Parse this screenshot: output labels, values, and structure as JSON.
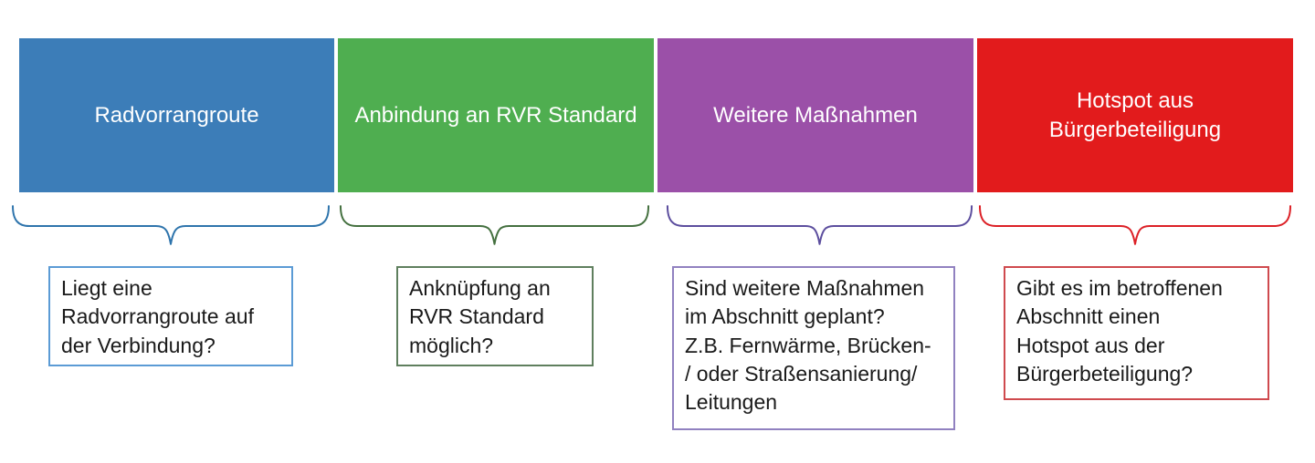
{
  "diagram": {
    "title_hint": "Criteria flow diagram (cycling route planning)",
    "columns": [
      {
        "id": "radvorrangroute",
        "header": "Radvorrangroute",
        "question": "Liegt eine\nRadvorrangroute auf\nder Verbindung?",
        "header_bg": "#3c7db8",
        "brace_color": "#2e74ac",
        "box_border": "#5b9bd5"
      },
      {
        "id": "anbindung-rvr-standard",
        "header": "Anbindung an RVR Standard",
        "question": "Anknüpfung an\nRVR Standard\nmöglich?",
        "header_bg": "#4fae50",
        "brace_color": "#44703f",
        "box_border": "#5f7f5e"
      },
      {
        "id": "weitere-massnahmen",
        "header": "Weitere Maßnahmen",
        "question": "Sind weitere Maßnahmen\nim Abschnitt geplant?\nZ.B. Fernwärme, Brücken-\n/ oder Straßensanierung/\nLeitungen",
        "header_bg": "#9b50a8",
        "brace_color": "#5c4e9e",
        "box_border": "#9181c0"
      },
      {
        "id": "hotspot-buergerbeteiligung",
        "header": "Hotspot aus\nBürgerbeteiligung",
        "question": "Gibt es im betroffenen\nAbschnitt einen\nHotspot aus der\nBürgerbeteiligung?",
        "header_bg": "#e21b1c",
        "brace_color": "#dc2026",
        "box_border": "#cf4a4e"
      }
    ],
    "header_text_color": "#ffffff",
    "body_text_color": "#1a1a1a",
    "background_color": "#ffffff"
  }
}
